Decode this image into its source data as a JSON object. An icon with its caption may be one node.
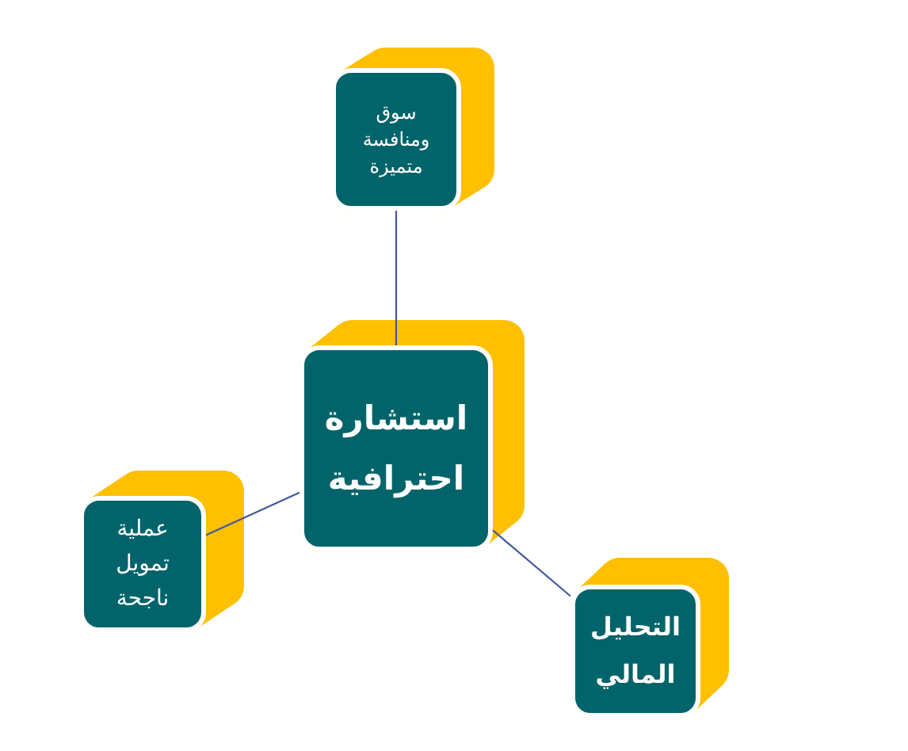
{
  "diagram": {
    "nodes": [
      {
        "text": [
          "سوق ومنافسة متميزة"
        ]
      },
      {
        "text": [
          "استشارة احترافية"
        ]
      },
      {
        "text": [
          "عملية تمويل ناجحة"
        ]
      },
      {
        "text": [
          "التحليل المالي"
        ]
      }
    ],
    "edges": [
      {
        "from": 1,
        "to": 0,
        "arrow": "none"
      },
      {
        "from": 1,
        "to": 2,
        "arrow": "none"
      },
      {
        "from": 1,
        "to": 3,
        "arrow": "none"
      }
    ]
  }
}
